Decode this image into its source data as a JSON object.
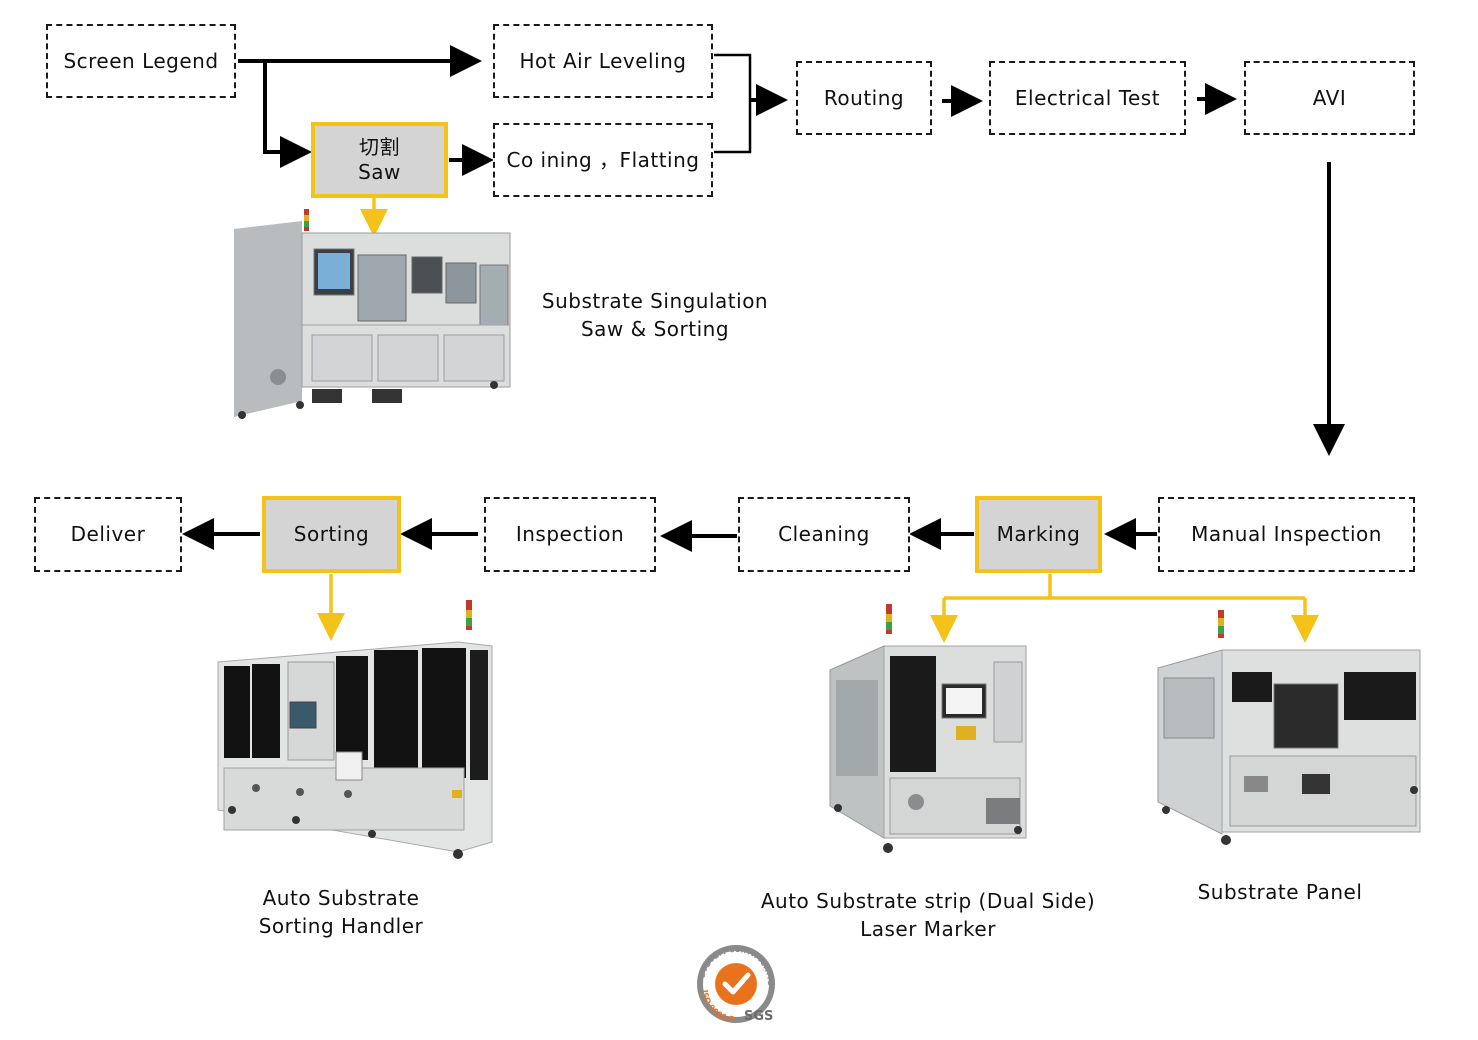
{
  "nodes": {
    "screen_legend": "Screen Legend",
    "hot_air_leveling": "Hot Air Leveling",
    "saw_cn": "切割",
    "saw_en": "Saw",
    "coining": "Co ining ，Flatting",
    "routing": "Routing",
    "electrical_test": "Electrical Test",
    "avi": "AVI",
    "manual_inspection": "Manual Inspection",
    "marking": "Marking",
    "cleaning": "Cleaning",
    "inspection": "Inspection",
    "sorting": "Sorting",
    "deliver": "Deliver"
  },
  "captions": {
    "saw_machine": [
      "Substrate Singulation",
      "Saw & Sorting"
    ],
    "sorting_machine": [
      "Auto Substrate",
      "Sorting Handler"
    ],
    "laser_marker": [
      "Auto Substrate strip (Dual Side)",
      "Laser Marker"
    ],
    "panel_marker": [
      "Substrate Panel"
    ]
  },
  "certification": {
    "arc_text": "SYSTEM CERTIFICATION",
    "standard": "ISO 9001:2000",
    "brand": "SGS"
  },
  "colors": {
    "highlight_border": "#f5c21a",
    "highlight_fill": "#d4d4d4",
    "dashed_border": "#1a1a1a",
    "flow_arrow": "#000000",
    "branch_arrow": "#f5c21a",
    "seal_orange": "#e8731c",
    "seal_gray": "#8a8a8a"
  }
}
